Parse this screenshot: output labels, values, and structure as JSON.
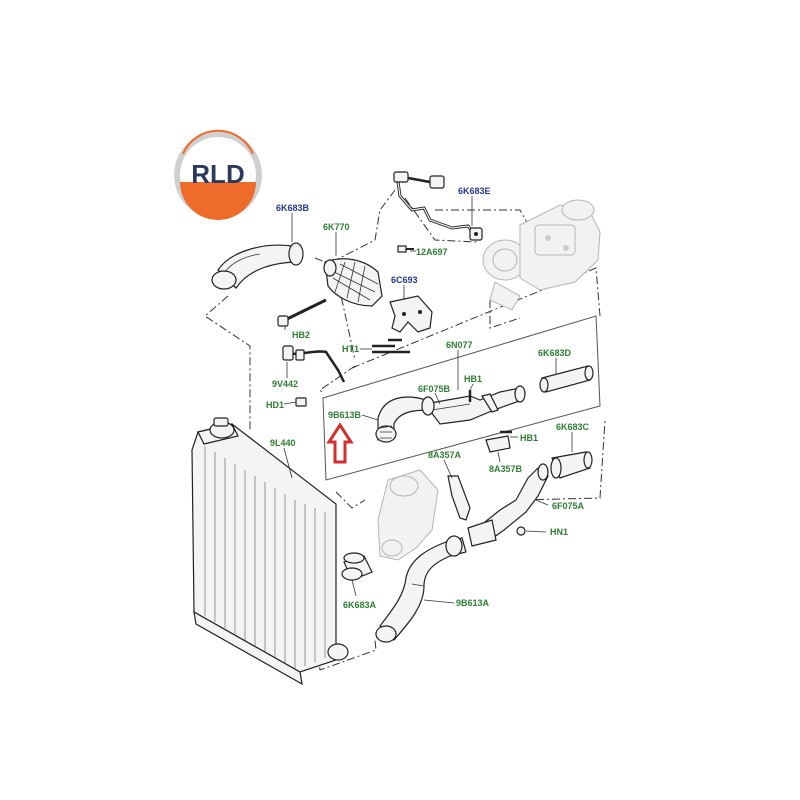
{
  "logo": {
    "text": "RLD",
    "colors": {
      "ring": "#cccccc",
      "top": "#ffffff",
      "bottom": "#ef6b2a",
      "text": "#2b3a5c"
    }
  },
  "colors": {
    "label_green": "#2e7d32",
    "label_blue": "#283593",
    "arrow": "#d32f2f",
    "line": "#333333"
  },
  "labels": {
    "p_6K683B": "6K683B",
    "p_6K770": "6K770",
    "p_6K683E": "6K683E",
    "p_12A697": "12A697",
    "p_6C693": "6C693",
    "p_HB2": "HB2",
    "p_HT1": "HT1",
    "p_6N077": "6N077",
    "p_6K683D": "6K683D",
    "p_9V442": "9V442",
    "p_HD1": "HD1",
    "p_HB1_top": "HB1",
    "p_6F075B": "6F075B",
    "p_9B613B": "9B613B",
    "p_HB1_mid": "HB1",
    "p_6K683C": "6K683C",
    "p_8A357A": "8A357A",
    "p_8A357B": "8A357B",
    "p_9L440": "9L440",
    "p_6F075A": "6F075A",
    "p_HN1": "HN1",
    "p_6K683A": "6K683A",
    "p_9B613A": "9B613A"
  }
}
